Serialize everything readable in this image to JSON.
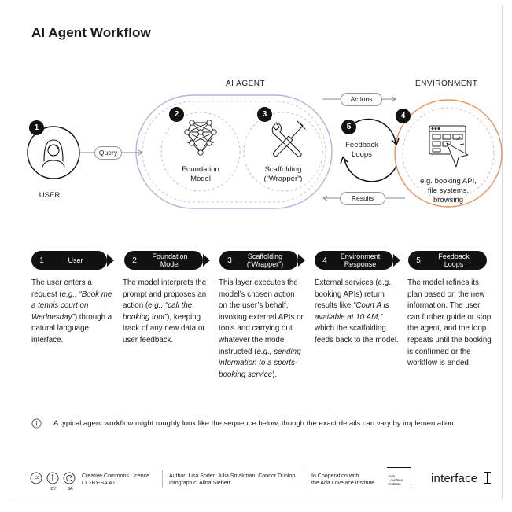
{
  "title": "AI Agent Workflow",
  "sections": {
    "agent": "AI AGENT",
    "environment": "ENVIRONMENT"
  },
  "diagram": {
    "user_label": "USER",
    "query_label": "Query",
    "actions_label": "Actions",
    "results_label": "Results",
    "foundation_label": "Foundation\nModel",
    "scaffolding_label": "Scaffolding\n(“Wrapper”)",
    "feedback_label": "Feedback\nLoops",
    "env_label": "e.g. booking API,\nfile systems,\nbrowsing",
    "badges": [
      "1",
      "2",
      "3",
      "4",
      "5"
    ]
  },
  "steps": [
    {
      "num": "1",
      "title": "User"
    },
    {
      "num": "2",
      "title": "Foundation\nModel"
    },
    {
      "num": "3",
      "title": "Scaffolding\n(“Wrapper”)"
    },
    {
      "num": "4",
      "title": "Environment\nResponse"
    },
    {
      "num": "5",
      "title": "Feedback\nLoops"
    }
  ],
  "descriptions": [
    [
      {
        "t": "The user enters a request ("
      },
      {
        "t": "e.g., “Book me a tennis court on Wednesday”",
        "i": true
      },
      {
        "t": ") through a natural language interface."
      }
    ],
    [
      {
        "t": "The model interprets the prompt and proposes an action ("
      },
      {
        "t": "e.g., “call the booking tool”",
        "i": true
      },
      {
        "t": "), keeping track of any new data or user feedback."
      }
    ],
    [
      {
        "t": "This layer executes the model’s chosen action on the user’s behalf, invoking external APIs or tools and carrying out whatever the model instructed ("
      },
      {
        "t": "e.g., sending information to a sports-booking service",
        "i": true
      },
      {
        "t": ")."
      }
    ],
    [
      {
        "t": "External services (e.g., booking APIs) return results like "
      },
      {
        "t": "“Court A is available at 10 AM,”",
        "i": true
      },
      {
        "t": " which the scaffolding feeds back to the model."
      }
    ],
    [
      {
        "t": "The model refines its plan based on the new information. The user can further guide or stop the agent, and the loop repeats until the booking is confirmed or the workflow is ended."
      }
    ]
  ],
  "note": "A typical agent workflow might roughly look like the sequence below, though the exact details can vary by implementation",
  "footer": {
    "cc_icons": [
      "cc",
      "by",
      "sa"
    ],
    "cc_sub": [
      "BY",
      "SA"
    ],
    "licence": "Creative Commons Licence\nCC-BY-SA 4.0",
    "author": "Author: Lisa Soder, Julia Smakman, Connor Dunlop\nInfographic: Alina Siebert",
    "coop": "In Cooperation with\nthe Ada Lovelace Institute",
    "ada_logo": "Ada\nLovelace\nInstitute",
    "brand": "interface"
  },
  "colors": {
    "agent_accent": "#b7b2e0",
    "env_accent": "#e8935e",
    "dark": "#111111"
  }
}
